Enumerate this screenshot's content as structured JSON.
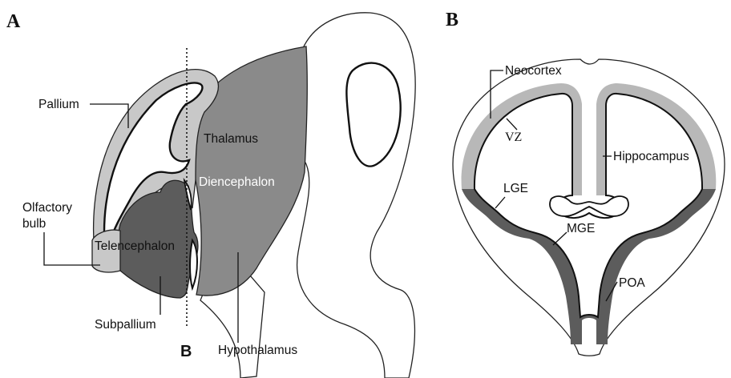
{
  "panels": {
    "a": {
      "letter": "A",
      "section_line_label": "B",
      "labels": {
        "pallium": "Pallium",
        "thalamus": "Thalamus",
        "diencephalon": "Diencephalon",
        "olfactory_bulb_line1": "Olfactory",
        "olfactory_bulb_line2": "bulb",
        "telencephalon": "Telencephalon",
        "subpallium": "Subpallium",
        "hypothalamus": "Hypothalamus"
      }
    },
    "b": {
      "letter": "B",
      "labels": {
        "neocortex": "Neocortex",
        "vz": "VZ",
        "hippocampus": "Hippocampus",
        "lge": "LGE",
        "mge": "MGE",
        "poa": "POA"
      }
    }
  },
  "colors": {
    "light_gray": "#c8c8c8",
    "mid_gray": "#8a8a8a",
    "dark_gray": "#5c5c5c",
    "outline": "#222222"
  }
}
